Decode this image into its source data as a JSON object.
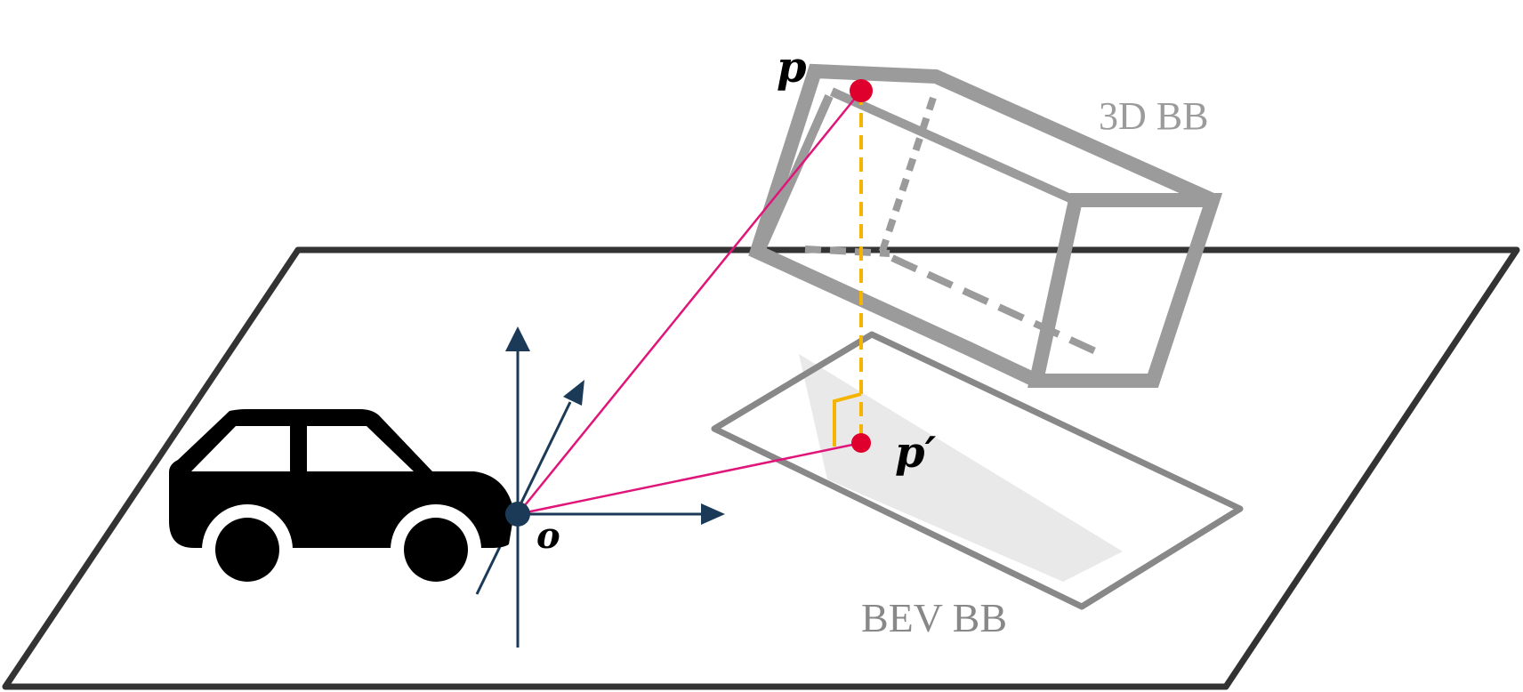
{
  "labels": {
    "p": "p",
    "p_prime": "p′",
    "o": "o",
    "bb3d": "3D BB",
    "bev": "BEV BB"
  },
  "colors": {
    "ground_outline": "#333333",
    "box_gray": "#9b9b9b",
    "bev_outline": "#888888",
    "bev_fill": "#e9e9e9",
    "axis_navy": "#1b3a57",
    "ray_magenta": "#e0157a",
    "point_red": "#e0002d",
    "projection_orange": "#f5b400",
    "car": "#000000"
  },
  "icons": {
    "vehicle": "car-icon"
  }
}
